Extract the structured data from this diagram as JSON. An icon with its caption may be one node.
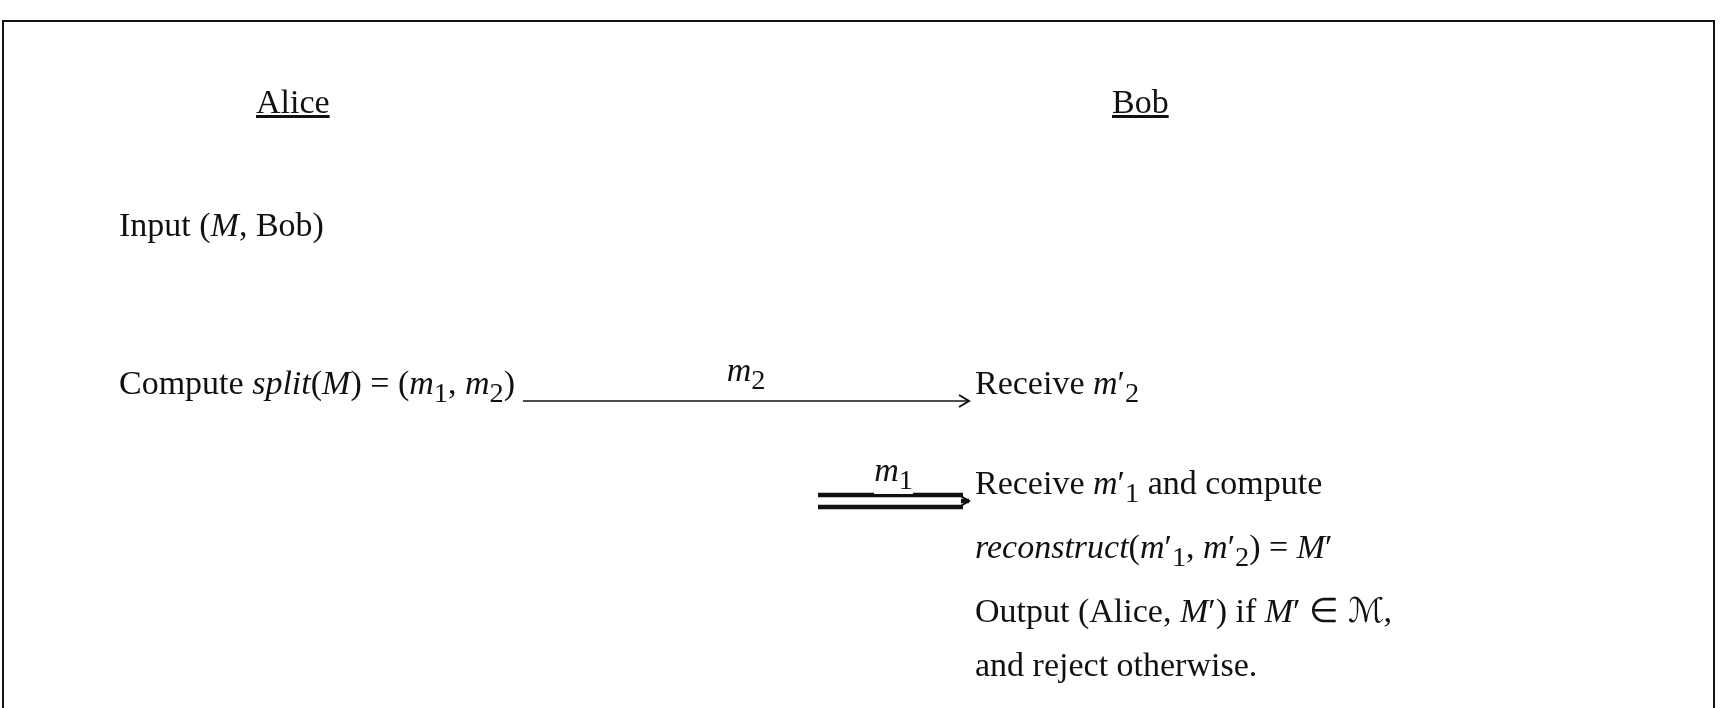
{
  "diagram": {
    "nodes": [
      {
        "text": [
          "Compute *split*(*M*) = (*m*$_{1}$, *m*$_{2}$)"
        ]
      },
      {
        "text": [
          "Receive *m*′$_{2}$"
        ]
      },
      {
        "text": [
          "Receive *m*′$_{1}$ and compute *reconstruct*(*m*′$_{1}$, *m*′$_{2}$) = *M*′",
          "Output (Alice, *M*′) if *M*′ ∈ ℳ, and reject otherwise."
        ]
      }
    ],
    "edges": [
      {
        "from": 0,
        "to": 1,
        "arrow": "to",
        "label": "*m*$_{2}$"
      },
      {
        "from": null,
        "to": 2,
        "arrow": "to",
        "label": "*m*$_{1}$",
        "style": "thick"
      }
    ],
    "labels": [
      "Alice",
      "Bob",
      "Input (*M*, Bob)"
    ]
  }
}
